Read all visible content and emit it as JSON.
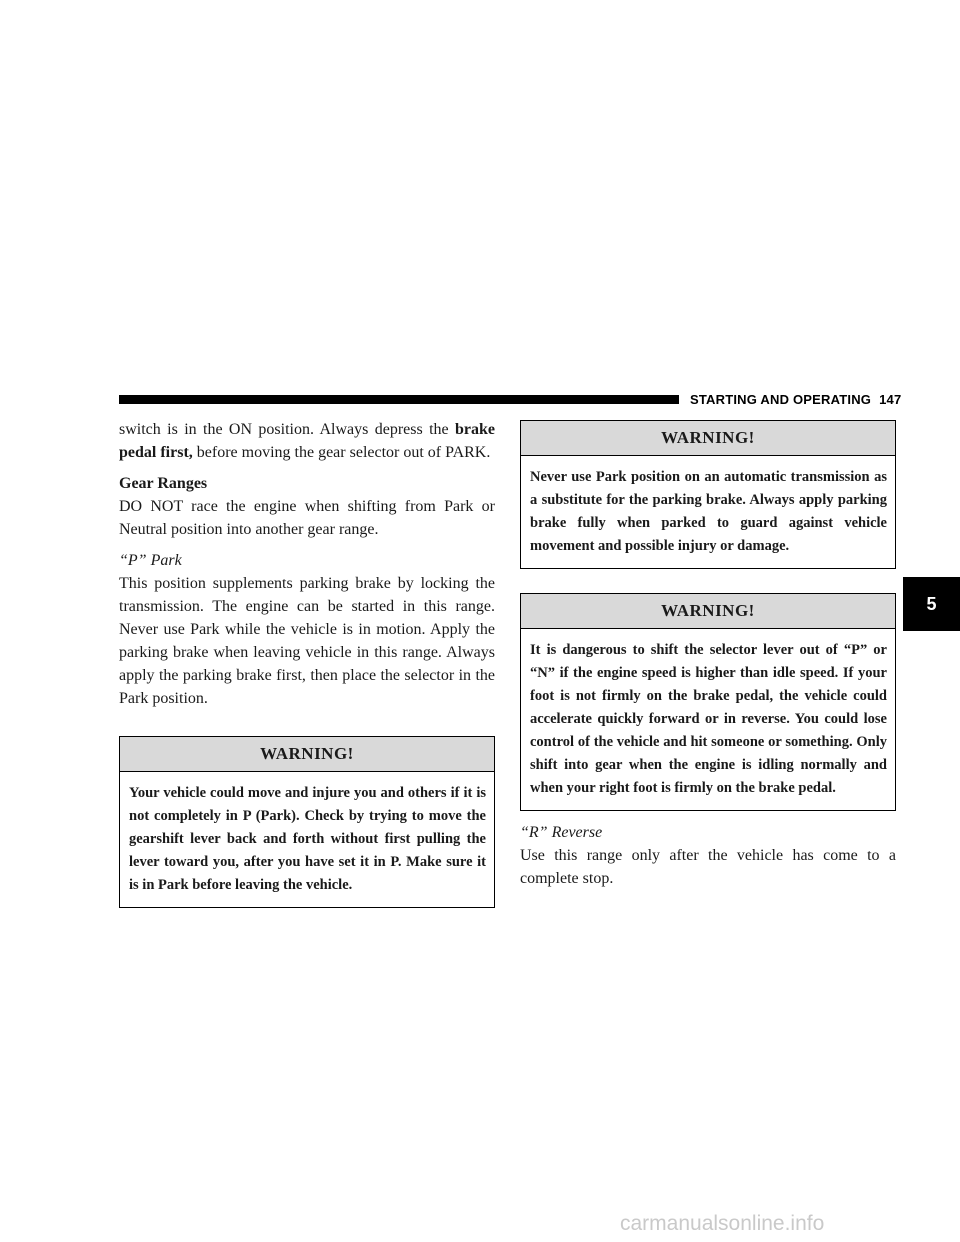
{
  "header": {
    "section_title": "STARTING AND OPERATING",
    "page_number": "147"
  },
  "chapter_tab": "5",
  "left_column": {
    "intro_part1": "switch is in the ON position. Always depress the ",
    "intro_bold": "brake pedal first,",
    "intro_part2": " before moving the gear selector out of PARK.",
    "gear_ranges_heading": "Gear Ranges",
    "gear_ranges_text": "DO NOT race the engine when shifting from Park or Neutral position into another gear range.",
    "park_heading": "“P” Park",
    "park_text": "This position supplements parking brake by locking the transmission. The engine can be started in this range. Never use Park while the vehicle is in motion. Apply the parking brake when leaving vehicle in this range. Always apply the parking brake first, then place the selector in the Park position.",
    "warning1": {
      "title": "WARNING!",
      "text": "Your vehicle could move and injure you and others if it is not completely in P (Park). Check by trying to move the gearshift lever back and forth without first pulling the lever toward you, after you have set it in P. Make sure it is in Park before leaving the vehicle."
    }
  },
  "right_column": {
    "warning2": {
      "title": "WARNING!",
      "text": "Never use Park position on an automatic transmission as a substitute for the parking brake. Always apply parking brake fully when parked to guard against vehicle movement and possible injury or damage."
    },
    "warning3": {
      "title": "WARNING!",
      "text": "It is dangerous to shift the selector lever out of “P” or “N” if the engine speed is higher than idle speed. If your foot is not firmly on the brake pedal, the vehicle could accelerate quickly forward or in reverse. You could lose control of the vehicle and hit someone or something. Only shift into gear when the engine is idling normally and when your right foot is firmly on the brake pedal."
    },
    "reverse_heading": "“R” Reverse",
    "reverse_text": "Use this range only after the vehicle has come to a complete stop."
  },
  "watermark": "carmanualsonline.info"
}
